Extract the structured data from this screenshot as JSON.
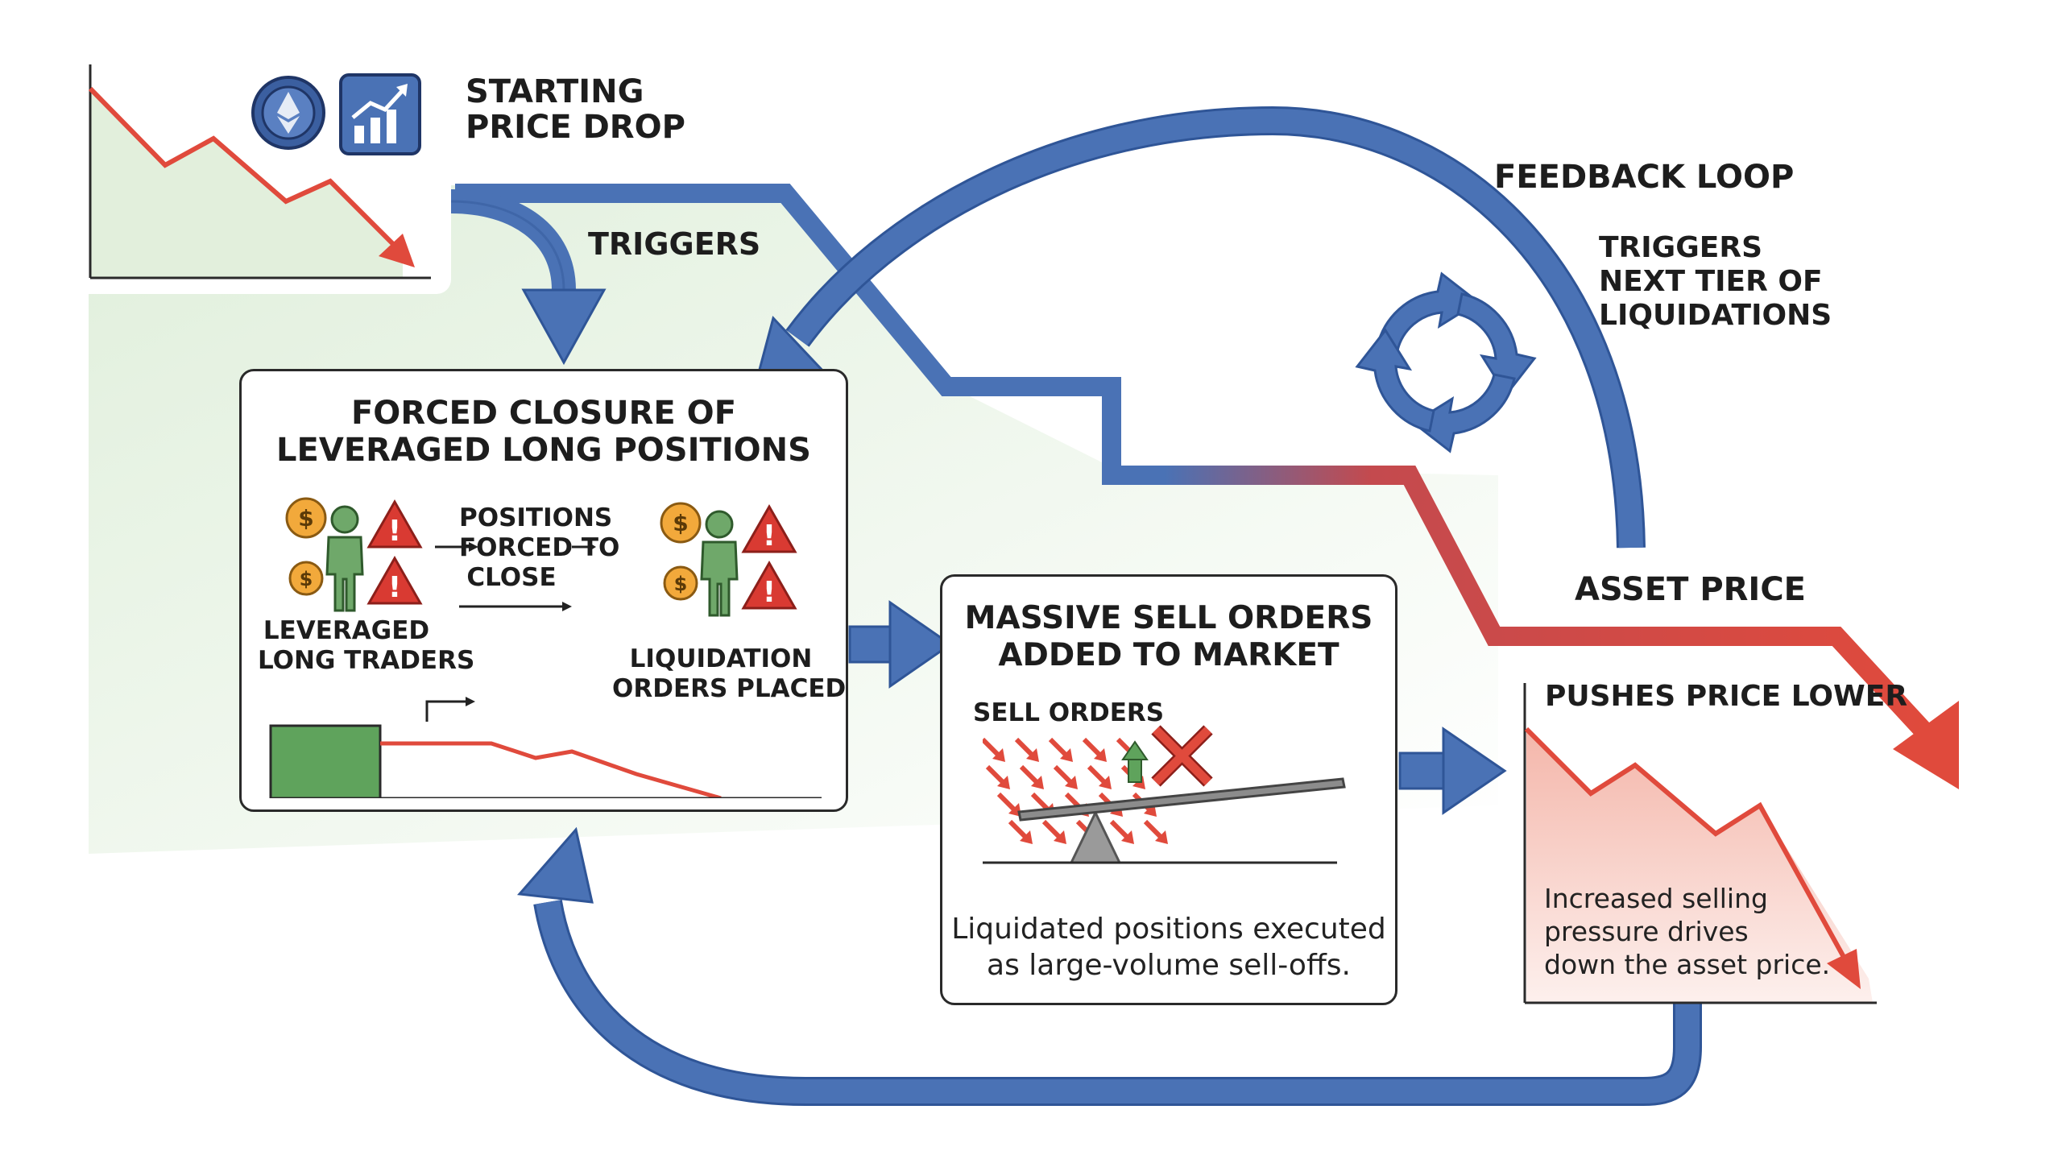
{
  "start": {
    "title_line1": "STARTING",
    "title_line2": "PRICE DROP"
  },
  "triggers_label": "TRIGGERS",
  "feedback": {
    "title": "FEEDBACK LOOP",
    "line1": "TRIGGERS",
    "line2": "NEXT TIER OF",
    "line3": "LIQUIDATIONS"
  },
  "asset_price_label": "ASSET PRICE",
  "forced_closure": {
    "title_line1": "FORCED CLOSURE OF",
    "title_line2": "LEVERAGED LONG POSITIONS",
    "positions_line1": "POSITIONS",
    "positions_line2": "FORCED TO",
    "positions_line3": "CLOSE",
    "traders_line1": "LEVERAGED",
    "traders_line2": "LONG TRADERS",
    "orders_line1": "LIQUIDATION",
    "orders_line2": "ORDERS PLACED"
  },
  "sell_orders_box": {
    "title_line1": "MASSIVE SELL ORDERS",
    "title_line2": "ADDED TO MARKET",
    "sell_orders_label": "SELL ORDERS",
    "caption_line1": "Liquidated positions executed",
    "caption_line2": "as large-volume sell-offs."
  },
  "pushes": {
    "title": "PUSHES PRICE LOWER",
    "text_line1": "Increased selling",
    "text_line2": "pressure drives",
    "text_line3": "down the asset price."
  },
  "colors": {
    "blue": "#4a72b5",
    "blue_dark": "#2f5597",
    "red": "#e04a3c",
    "green_fill": "#dcedd6",
    "green_block": "#5fa35c",
    "person_green": "#6fa86a",
    "coin": "#f2a93b",
    "warning": "#d93a32",
    "pink": "#f6c8c0"
  }
}
